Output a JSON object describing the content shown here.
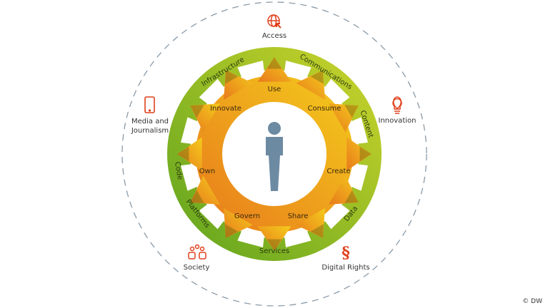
{
  "center_figure": "person-icon",
  "inner_gear_labels": [
    "Use",
    "Consume",
    "Create",
    "Share",
    "Govern",
    "Own",
    "Innovate"
  ],
  "outer_ring_labels": [
    "Infrastructure",
    "Communications",
    "Content",
    "Data",
    "Services",
    "Platforms",
    "Code"
  ],
  "outer_topics": [
    {
      "label": "Access",
      "icon": "globe-cursor-icon"
    },
    {
      "label": "Innovation",
      "icon": "lightbulb-icon"
    },
    {
      "label": "Digital Rights",
      "icon": "section-sign-icon"
    },
    {
      "label": "Society",
      "icon": "people-group-icon"
    },
    {
      "label": "Media and Journalism",
      "icon": "tablet-icon"
    }
  ],
  "copyright": "© DW",
  "colors": {
    "green_dark": "#6aa820",
    "green_light": "#c4d22a",
    "orange": "#e8871e",
    "yellow": "#f2c31c",
    "figure": "#6d8aa3",
    "icon": "#e0401c",
    "dash": "#8a9aa8"
  }
}
